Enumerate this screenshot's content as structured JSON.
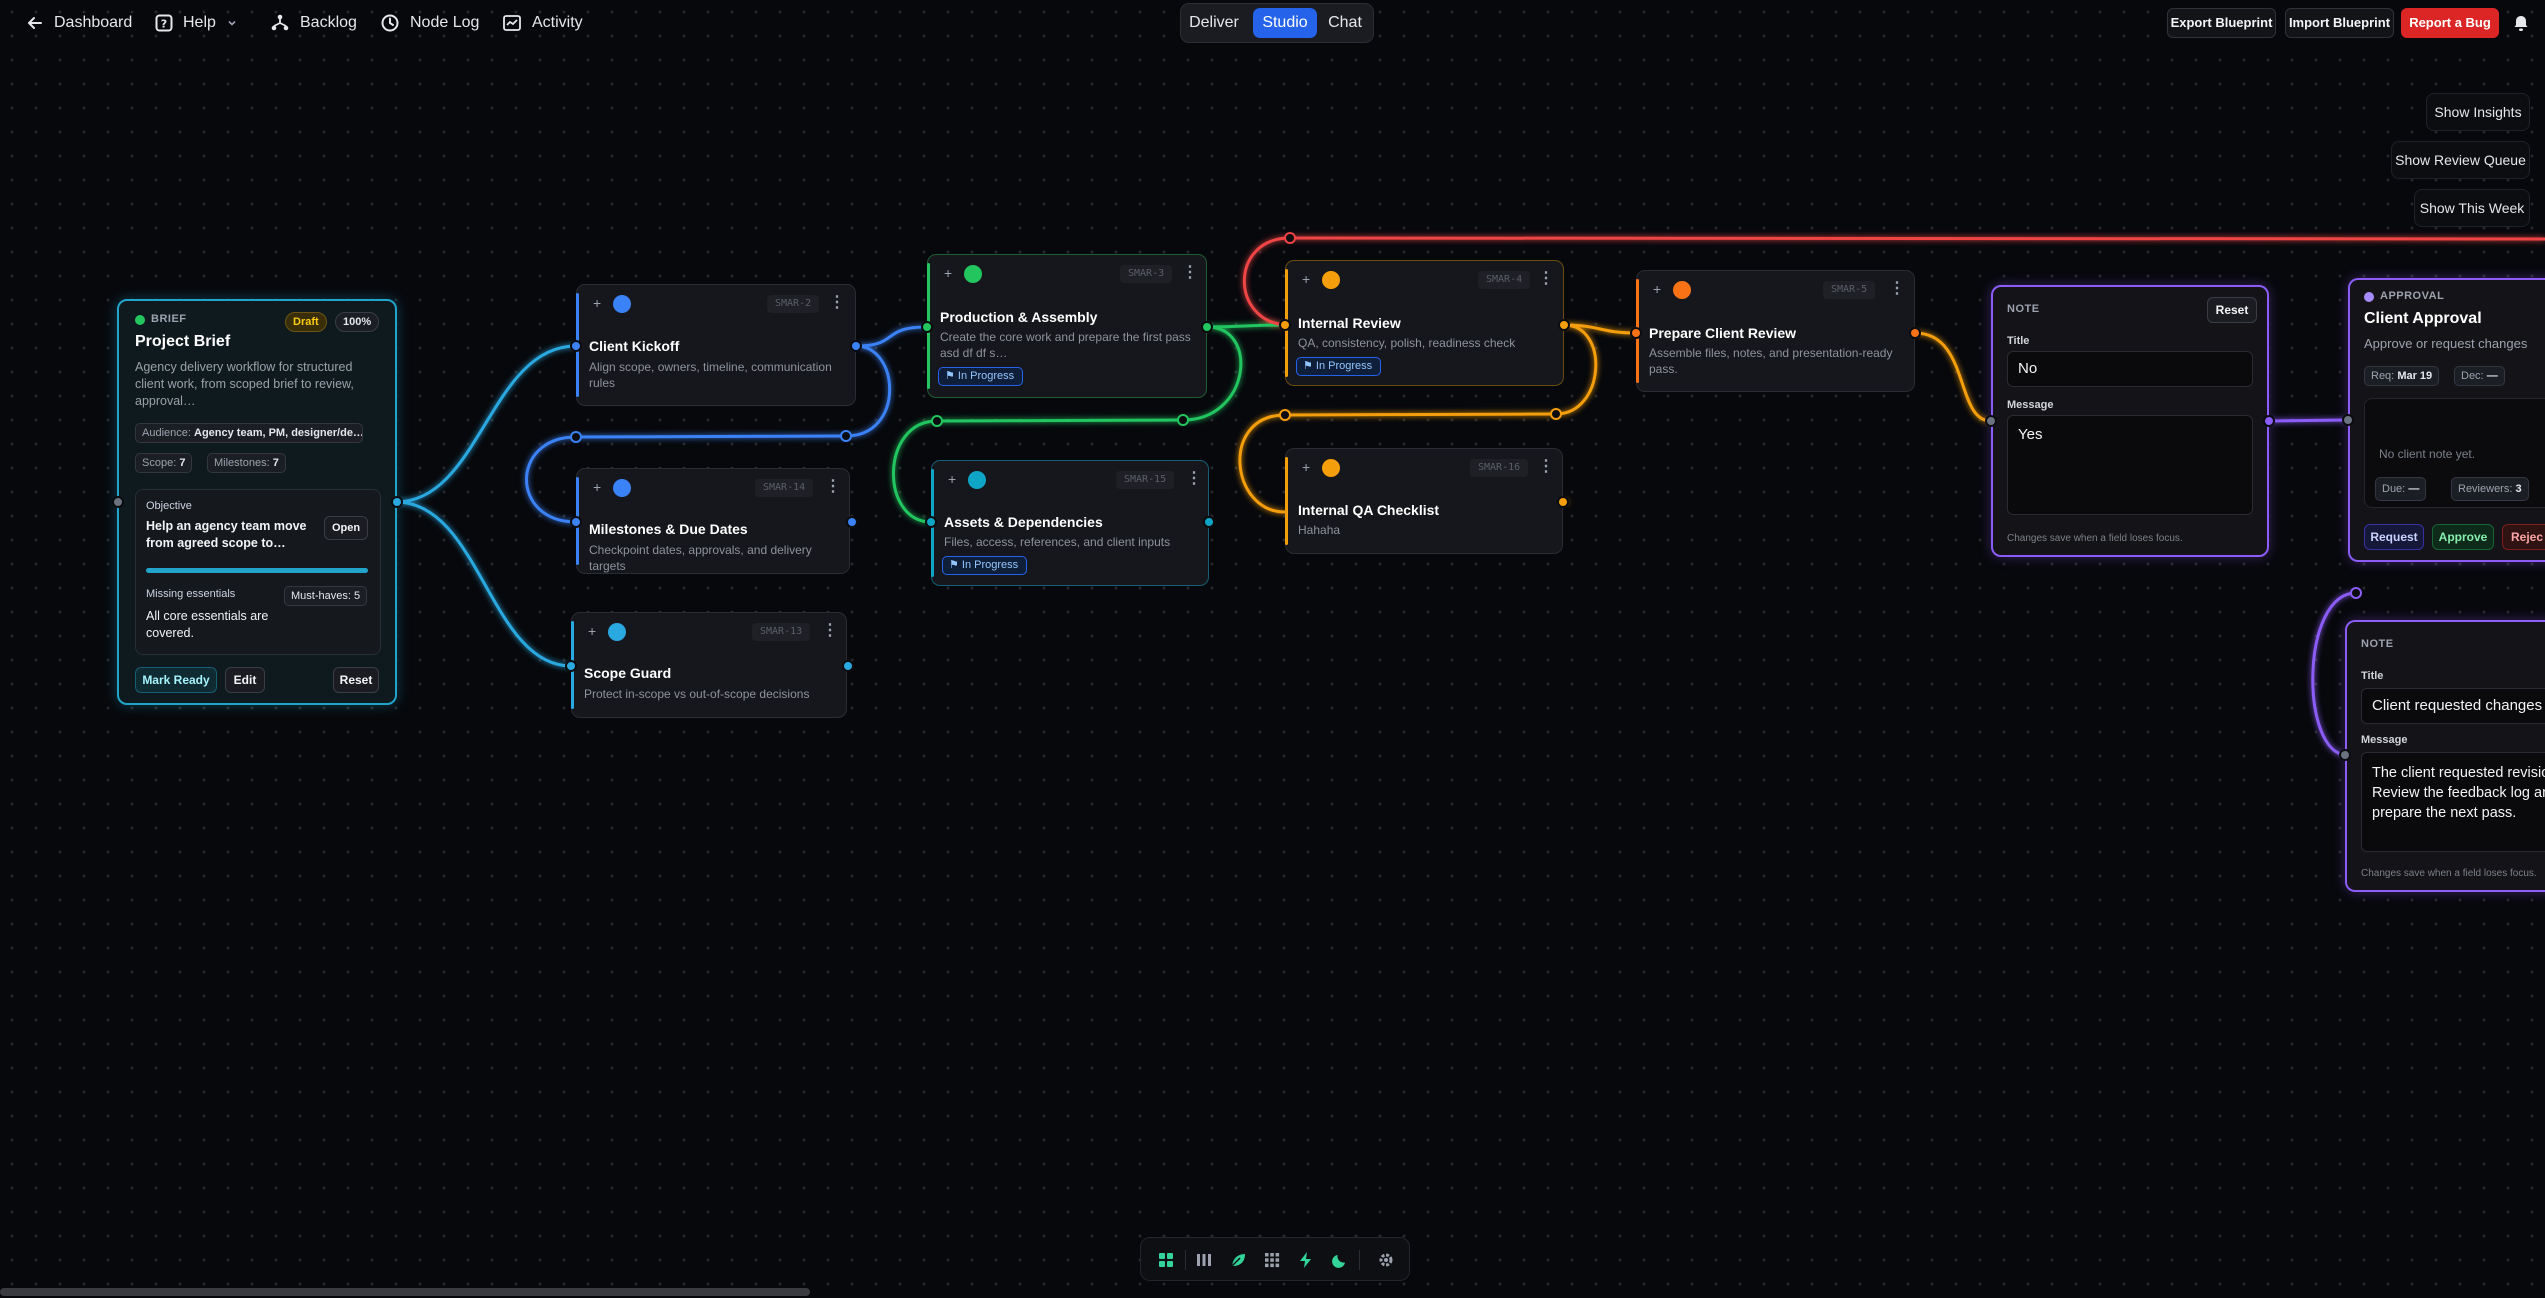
{
  "topbar": {
    "back_label": "Dashboard",
    "help_label": "Help",
    "backlog_label": "Backlog",
    "nodelog_label": "Node Log",
    "activity_label": "Activity",
    "modes": [
      "Deliver",
      "Studio",
      "Chat"
    ],
    "active_mode": "Studio",
    "export_label": "Export Blueprint",
    "import_label": "Import Blueprint",
    "bug_label": "Report a Bug"
  },
  "side_buttons": [
    "Show Insights",
    "Show Review Queue",
    "Show This Week"
  ],
  "brief": {
    "kind": "BRIEF",
    "draft_badge": "Draft",
    "percent_badge": "100%",
    "title": "Project Brief",
    "description_l1": "Agency delivery workflow for structured",
    "description_l2": "client work, from scoped brief to review,",
    "description_l3": "approval…",
    "audience_label": "Audience:",
    "audience_value": "Agency team, PM, designer/de…",
    "scope_label": "Scope:",
    "scope_value": "7",
    "milestones_label": "Milestones:",
    "milestones_value": "7",
    "objective_label": "Objective",
    "objective_l1": "Help an agency team move",
    "objective_l2": "from agreed scope to…",
    "open_label": "Open",
    "objective_progress": 1.0,
    "missing_label": "Missing essentials",
    "must_haves_label": "Must-haves: 5",
    "missing_l1": "All core essentials are",
    "missing_l2": "covered.",
    "mark_ready_label": "Mark Ready",
    "edit_label": "Edit",
    "reset_label": "Reset"
  },
  "nodes": {
    "client_kickoff": {
      "code": "SMAR-2",
      "title": "Client Kickoff",
      "desc_l1": "Align scope, owners, timeline, communication",
      "desc_l2": "rules"
    },
    "milestones": {
      "code": "SMAR-14",
      "title": "Milestones & Due Dates",
      "desc_l1": "Checkpoint dates, approvals, and delivery targets"
    },
    "scope_guard": {
      "code": "SMAR-13",
      "title": "Scope Guard",
      "desc_l1": "Protect in-scope vs out-of-scope decisions"
    },
    "production": {
      "code": "SMAR-3",
      "title": "Production & Assembly",
      "desc_l1": "Create the core work and prepare the first pass",
      "desc_l2": "asd df df s…",
      "status": "In Progress"
    },
    "assets": {
      "code": "SMAR-15",
      "title": "Assets & Dependencies",
      "desc_l1": "Files, access, references, and client inputs",
      "status": "In Progress"
    },
    "internal_review": {
      "code": "SMAR-4",
      "title": "Internal Review",
      "desc_l1": "QA, consistency, polish, readiness check",
      "status": "In Progress"
    },
    "qa_checklist": {
      "code": "SMAR-16",
      "title": "Internal QA Checklist",
      "desc_l1": "Hahaha"
    },
    "prepare_review": {
      "code": "SMAR-5",
      "title": "Prepare Client Review",
      "desc_l1": "Assemble files, notes, and presentation-ready",
      "desc_l2": "pass."
    }
  },
  "note1": {
    "kind": "NOTE",
    "reset_label": "Reset",
    "title_label": "Title",
    "title_value": "No",
    "message_label": "Message",
    "message_value": "Yes",
    "hint": "Changes save when a field loses focus."
  },
  "approval": {
    "kind": "APPROVAL",
    "title": "Client Approval",
    "subtitle": "Approve or request changes",
    "req_label": "Req:",
    "req_value": "Mar 19",
    "dec_label": "Dec:",
    "dec_value": "—",
    "empty_note": "No client note yet.",
    "due_label": "Due:",
    "due_value": "—",
    "reviewers_label": "Reviewers:",
    "reviewers_value": "3",
    "request_label": "Request",
    "approve_label": "Approve",
    "reject_label": "Rejec"
  },
  "note2": {
    "kind": "NOTE",
    "title_label": "Title",
    "title_value": "Client requested changes",
    "message_label": "Message",
    "message_l1": "The client requested revisio",
    "message_l2": "Review the feedback log an",
    "message_l3": "prepare the next pass.",
    "hint": "Changes save when a field loses focus."
  },
  "colors": {
    "blue": "#3b82f6",
    "cyan": "#22a3c9",
    "green": "#22c55e",
    "orange": "#f59e0b",
    "red": "#ef4444",
    "purple": "#8b5cf6"
  },
  "toolbar_icons": [
    "grid-icon",
    "columns-icon",
    "leaf-icon",
    "grid-dots-icon",
    "bolt-icon",
    "moon-icon",
    "gear-icon"
  ]
}
